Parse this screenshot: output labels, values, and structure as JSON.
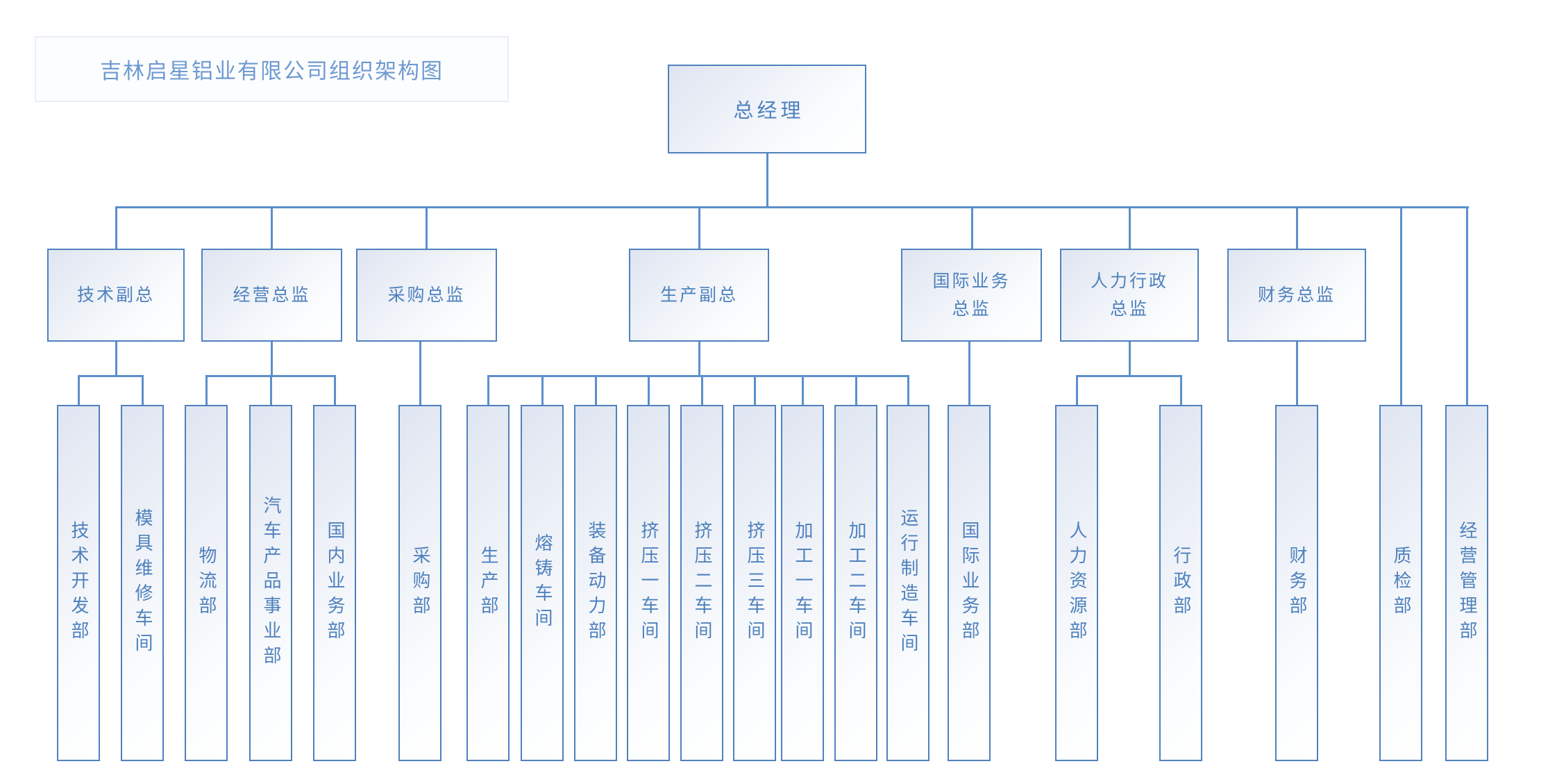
{
  "title": {
    "label": "吉林启星铝业有限公司组织架构图"
  },
  "colors": {
    "connector_line": "#5b8fcb",
    "node_border": "#4f81bd",
    "node_text": "#4f81bd",
    "node_fill_top": "#dfe5f1",
    "node_fill_bottom": "#ffffff",
    "title_text": "#6f9ad1",
    "title_border": "#e9edf5",
    "background": "#ffffff"
  },
  "org": {
    "root": {
      "id": "gm",
      "label": "总经理"
    },
    "branches": [
      {
        "id": "tech",
        "label": "技术副总",
        "children": [
          {
            "label": "技术开发部"
          },
          {
            "label": "模具维修车间"
          }
        ]
      },
      {
        "id": "mkt",
        "label": "经营总监",
        "children": [
          {
            "label": "物流部"
          },
          {
            "label": "汽车产品事业部"
          },
          {
            "label": "国内业务部"
          }
        ]
      },
      {
        "id": "proc",
        "label": "采购总监",
        "children": [
          {
            "label": "采购部"
          }
        ]
      },
      {
        "id": "prod",
        "label": "生产副总",
        "children": [
          {
            "label": "生产部"
          },
          {
            "label": "熔铸车间"
          },
          {
            "label": "装备动力部"
          },
          {
            "label": "挤压一车间"
          },
          {
            "label": "挤压二车间"
          },
          {
            "label": "挤压三车间"
          },
          {
            "label": "加工一车间"
          },
          {
            "label": "加工二车间"
          },
          {
            "label": "运行制造车间"
          }
        ]
      },
      {
        "id": "intl",
        "label": "国际业务总监",
        "lines": [
          "国际业务",
          "总监"
        ],
        "children": [
          {
            "label": "国际业务部"
          }
        ]
      },
      {
        "id": "hr",
        "label": "人力行政总监",
        "lines": [
          "人力行政",
          "总监"
        ],
        "children": [
          {
            "label": "人力资源部"
          },
          {
            "label": "行政部"
          }
        ]
      },
      {
        "id": "fin",
        "label": "财务总监",
        "children": [
          {
            "label": "财务部"
          }
        ]
      }
    ],
    "direct_departments": [
      {
        "id": "qc",
        "label": "质检部"
      },
      {
        "id": "mgmt",
        "label": "经营管理部"
      }
    ]
  }
}
